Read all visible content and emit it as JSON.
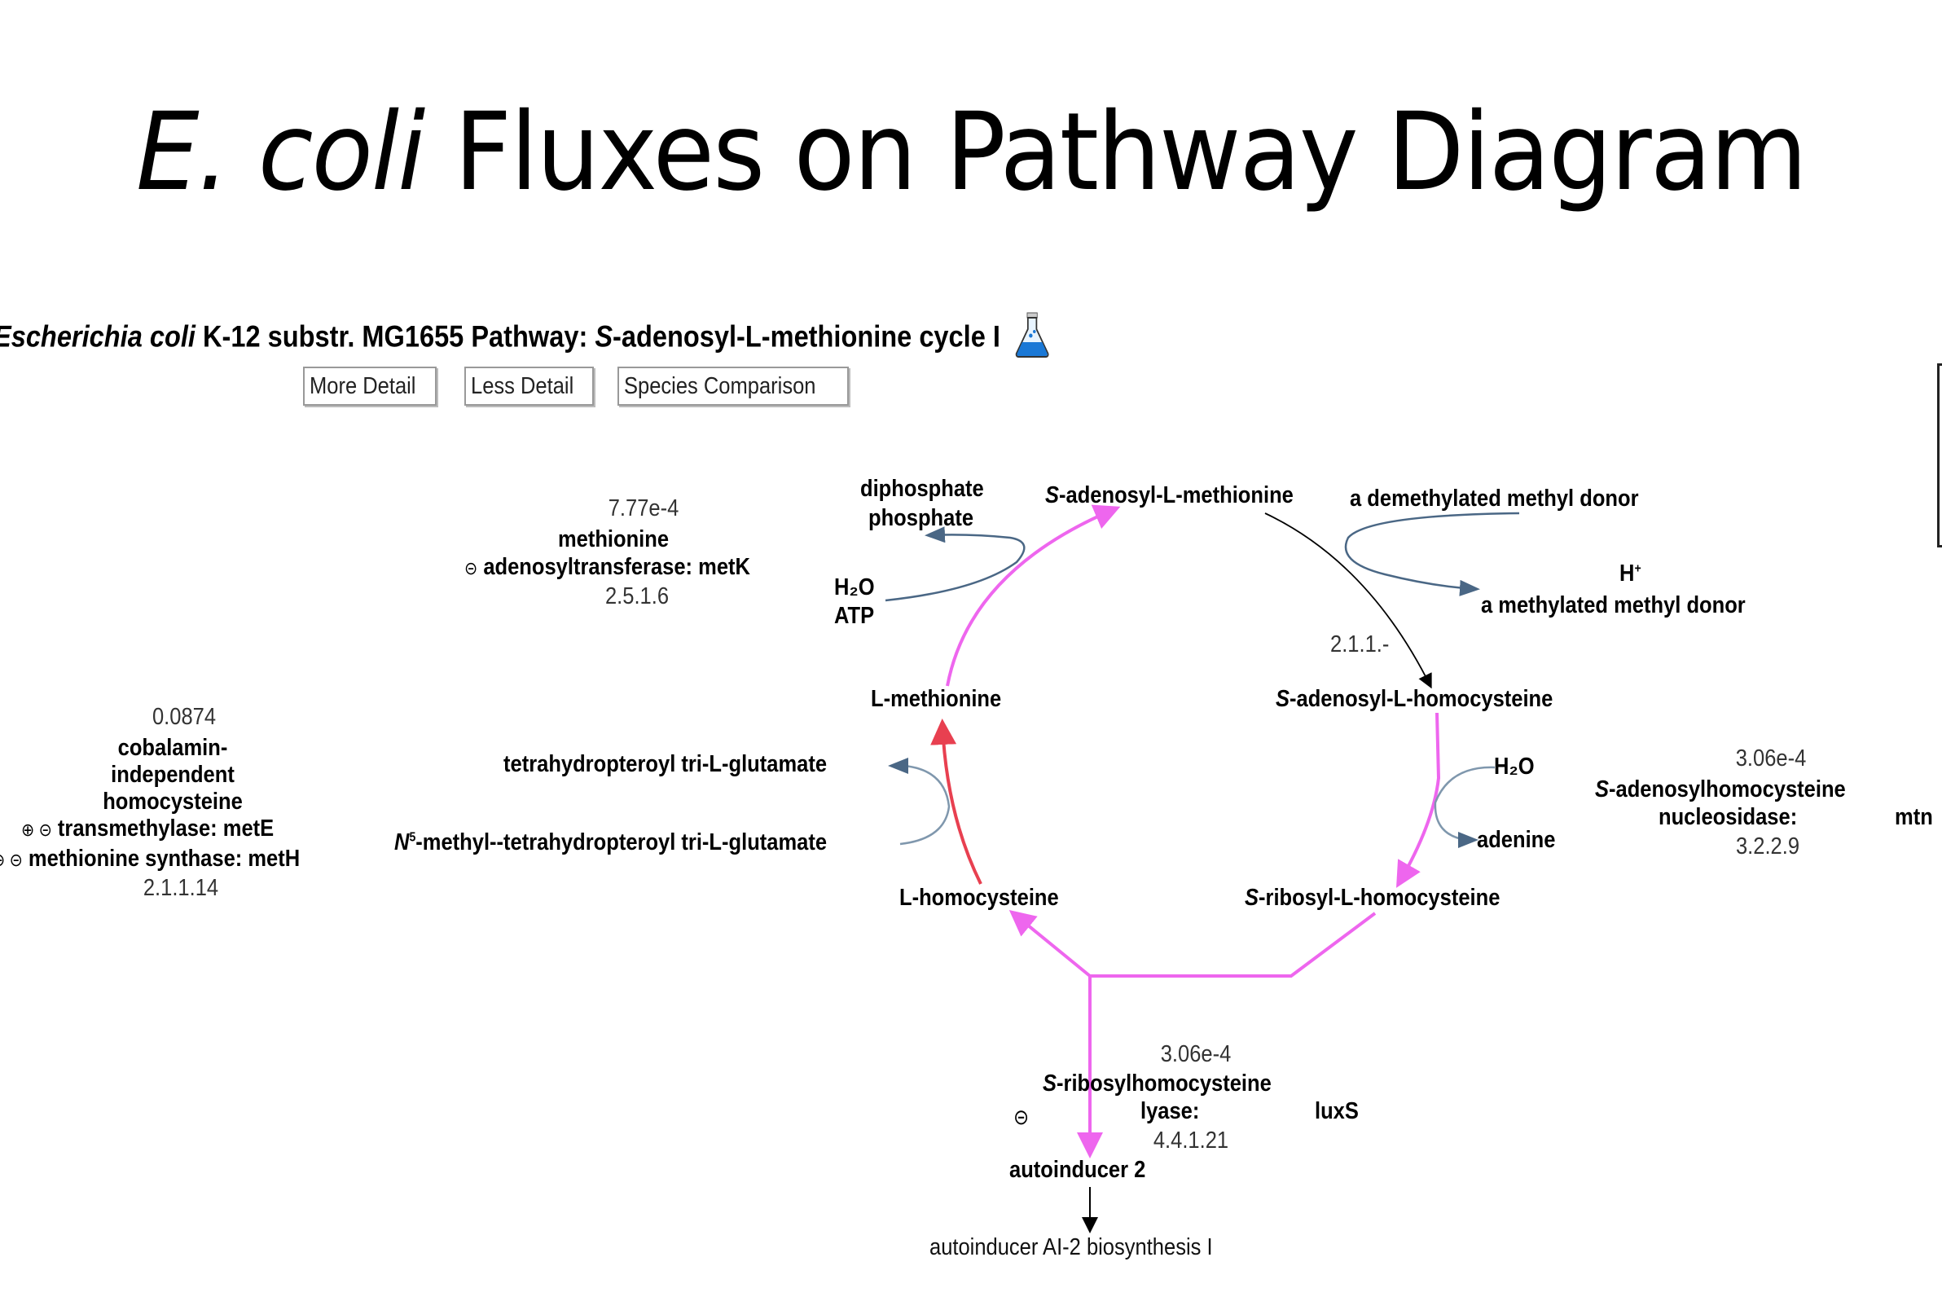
{
  "slide": {
    "title_italic": "E. coli",
    "title_rest": " Fluxes on Pathway Diagram"
  },
  "pathway": {
    "header_italic": "Escherichia coli",
    "header_mid": " K-12 substr. MG1655 Pathway: ",
    "header_s": "S",
    "header_rest": "-adenosyl-L-methionine cycle I",
    "flask_icon": "flask-icon"
  },
  "buttons": {
    "more_detail": "More Detail",
    "less_detail": "Less Detail",
    "species_comparison": "Species Comparison"
  },
  "colors": {
    "high_flux": "#e60000",
    "mid_flux": "#ee66ee",
    "side_reaction": "#4a6785",
    "default": "#000000"
  },
  "compounds": {
    "sam_s": "S",
    "sam": "-adenosyl-L-methionine",
    "sah_s": "S",
    "sah": "-adenosyl-L-homocysteine",
    "srh_s": "S",
    "srh": "-ribosyl-L-homocysteine",
    "l_homocysteine": "L-homocysteine",
    "l_methionine": "L-methionine",
    "autoinducer2": "autoinducer 2",
    "diphosphate": "diphosphate",
    "phosphate": "phosphate",
    "h2o_1": "H₂O",
    "atp": "ATP",
    "demethylated_donor": "a demethylated methyl donor",
    "h_plus": "H",
    "h_plus_sup": "+",
    "methylated_donor": "a methylated methyl donor",
    "h2o_2": "H₂O",
    "adenine": "adenine",
    "thf_glu3": "tetrahydropteroyl tri-L-glutamate",
    "methyl_thf_n": "N",
    "methyl_thf_sup": "5",
    "methyl_thf": "-methyl--tetrahydropteroyl tri-L-glutamate",
    "downstream": "autoinducer AI-2 biosynthesis I"
  },
  "enzymes": {
    "metK": {
      "flux": "7.77e-4",
      "name_line1": "methionine",
      "name_line2": "adenosyltransferase: metK",
      "ec": "2.5.1.6",
      "regulation": "⊝"
    },
    "methyltransferase": {
      "ec": "2.1.1.-"
    },
    "metE_metH": {
      "flux": "0.0874",
      "line1": "cobalamin-",
      "line2": "independent",
      "line3": "homocysteine",
      "line4": "transmethylase: metE",
      "line5": "methionine synthase: metH",
      "reg4": "⊕ ⊝",
      "reg5": "⊕ ⊝",
      "ec": "2.1.1.14"
    },
    "mtn": {
      "flux": "3.06e-4",
      "line1_s": "S",
      "line1": "-adenosylhomocysteine",
      "line2": "nucleosidase:",
      "gene": "mtn",
      "ec": "3.2.2.9"
    },
    "luxS": {
      "flux": "3.06e-4",
      "line1_s": "S",
      "line1": "-ribosylhomocysteine",
      "line2": "lyase:",
      "gene": "luxS",
      "ec": "4.4.1.21",
      "regulation": "⊝"
    }
  }
}
